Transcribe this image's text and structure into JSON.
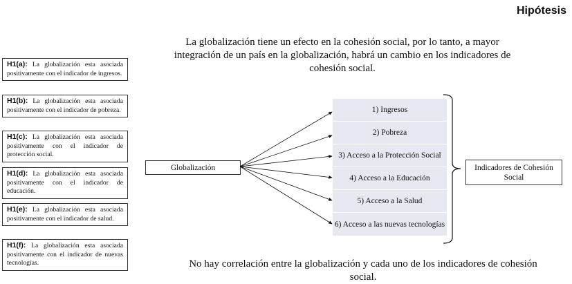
{
  "title": "Hipótesis",
  "main_hypothesis": "La globalización tiene un efecto en la cohesión social, por lo tanto, a mayor integración de un país en la globalización, habrá un cambio en los indicadores de cohesión social.",
  "null_hypothesis": "No hay correlación entre la globalización y cada uno de los indicadores de cohesión social.",
  "hypotheses": [
    {
      "label": "H1(a):",
      "text": "La globalización esta asociada positivamente con el indicador de ingresos."
    },
    {
      "label": "H1(b):",
      "text": "La globalización esta asociada positivamente con el indicador de pobreza."
    },
    {
      "label": "H1(c):",
      "text": "La globalización esta asociada positivamente con el indicador de protección social."
    },
    {
      "label": "H1(d):",
      "text": "La globalización esta asociada positivamente con el indicador de educación."
    },
    {
      "label": "H1(e):",
      "text": "La globalización esta asociada positivamente con el indicador de salud."
    },
    {
      "label": "H1(f):",
      "text": "La globalización esta asociada positivamente con el indicador de nuevas tecnologías."
    }
  ],
  "source_node": "Globalización",
  "indicators": [
    "1)   Ingresos",
    "2) Pobreza",
    "3) Acceso a la Protección Social",
    "4) Acceso a la Educación",
    "5) Acceso a la Salud",
    "6) Acceso a las nuevas tecnologías"
  ],
  "target_node": "Indicadores de Cohesión Social",
  "colors": {
    "indicator_fill": "#e6e9f1",
    "border": "#333333"
  }
}
